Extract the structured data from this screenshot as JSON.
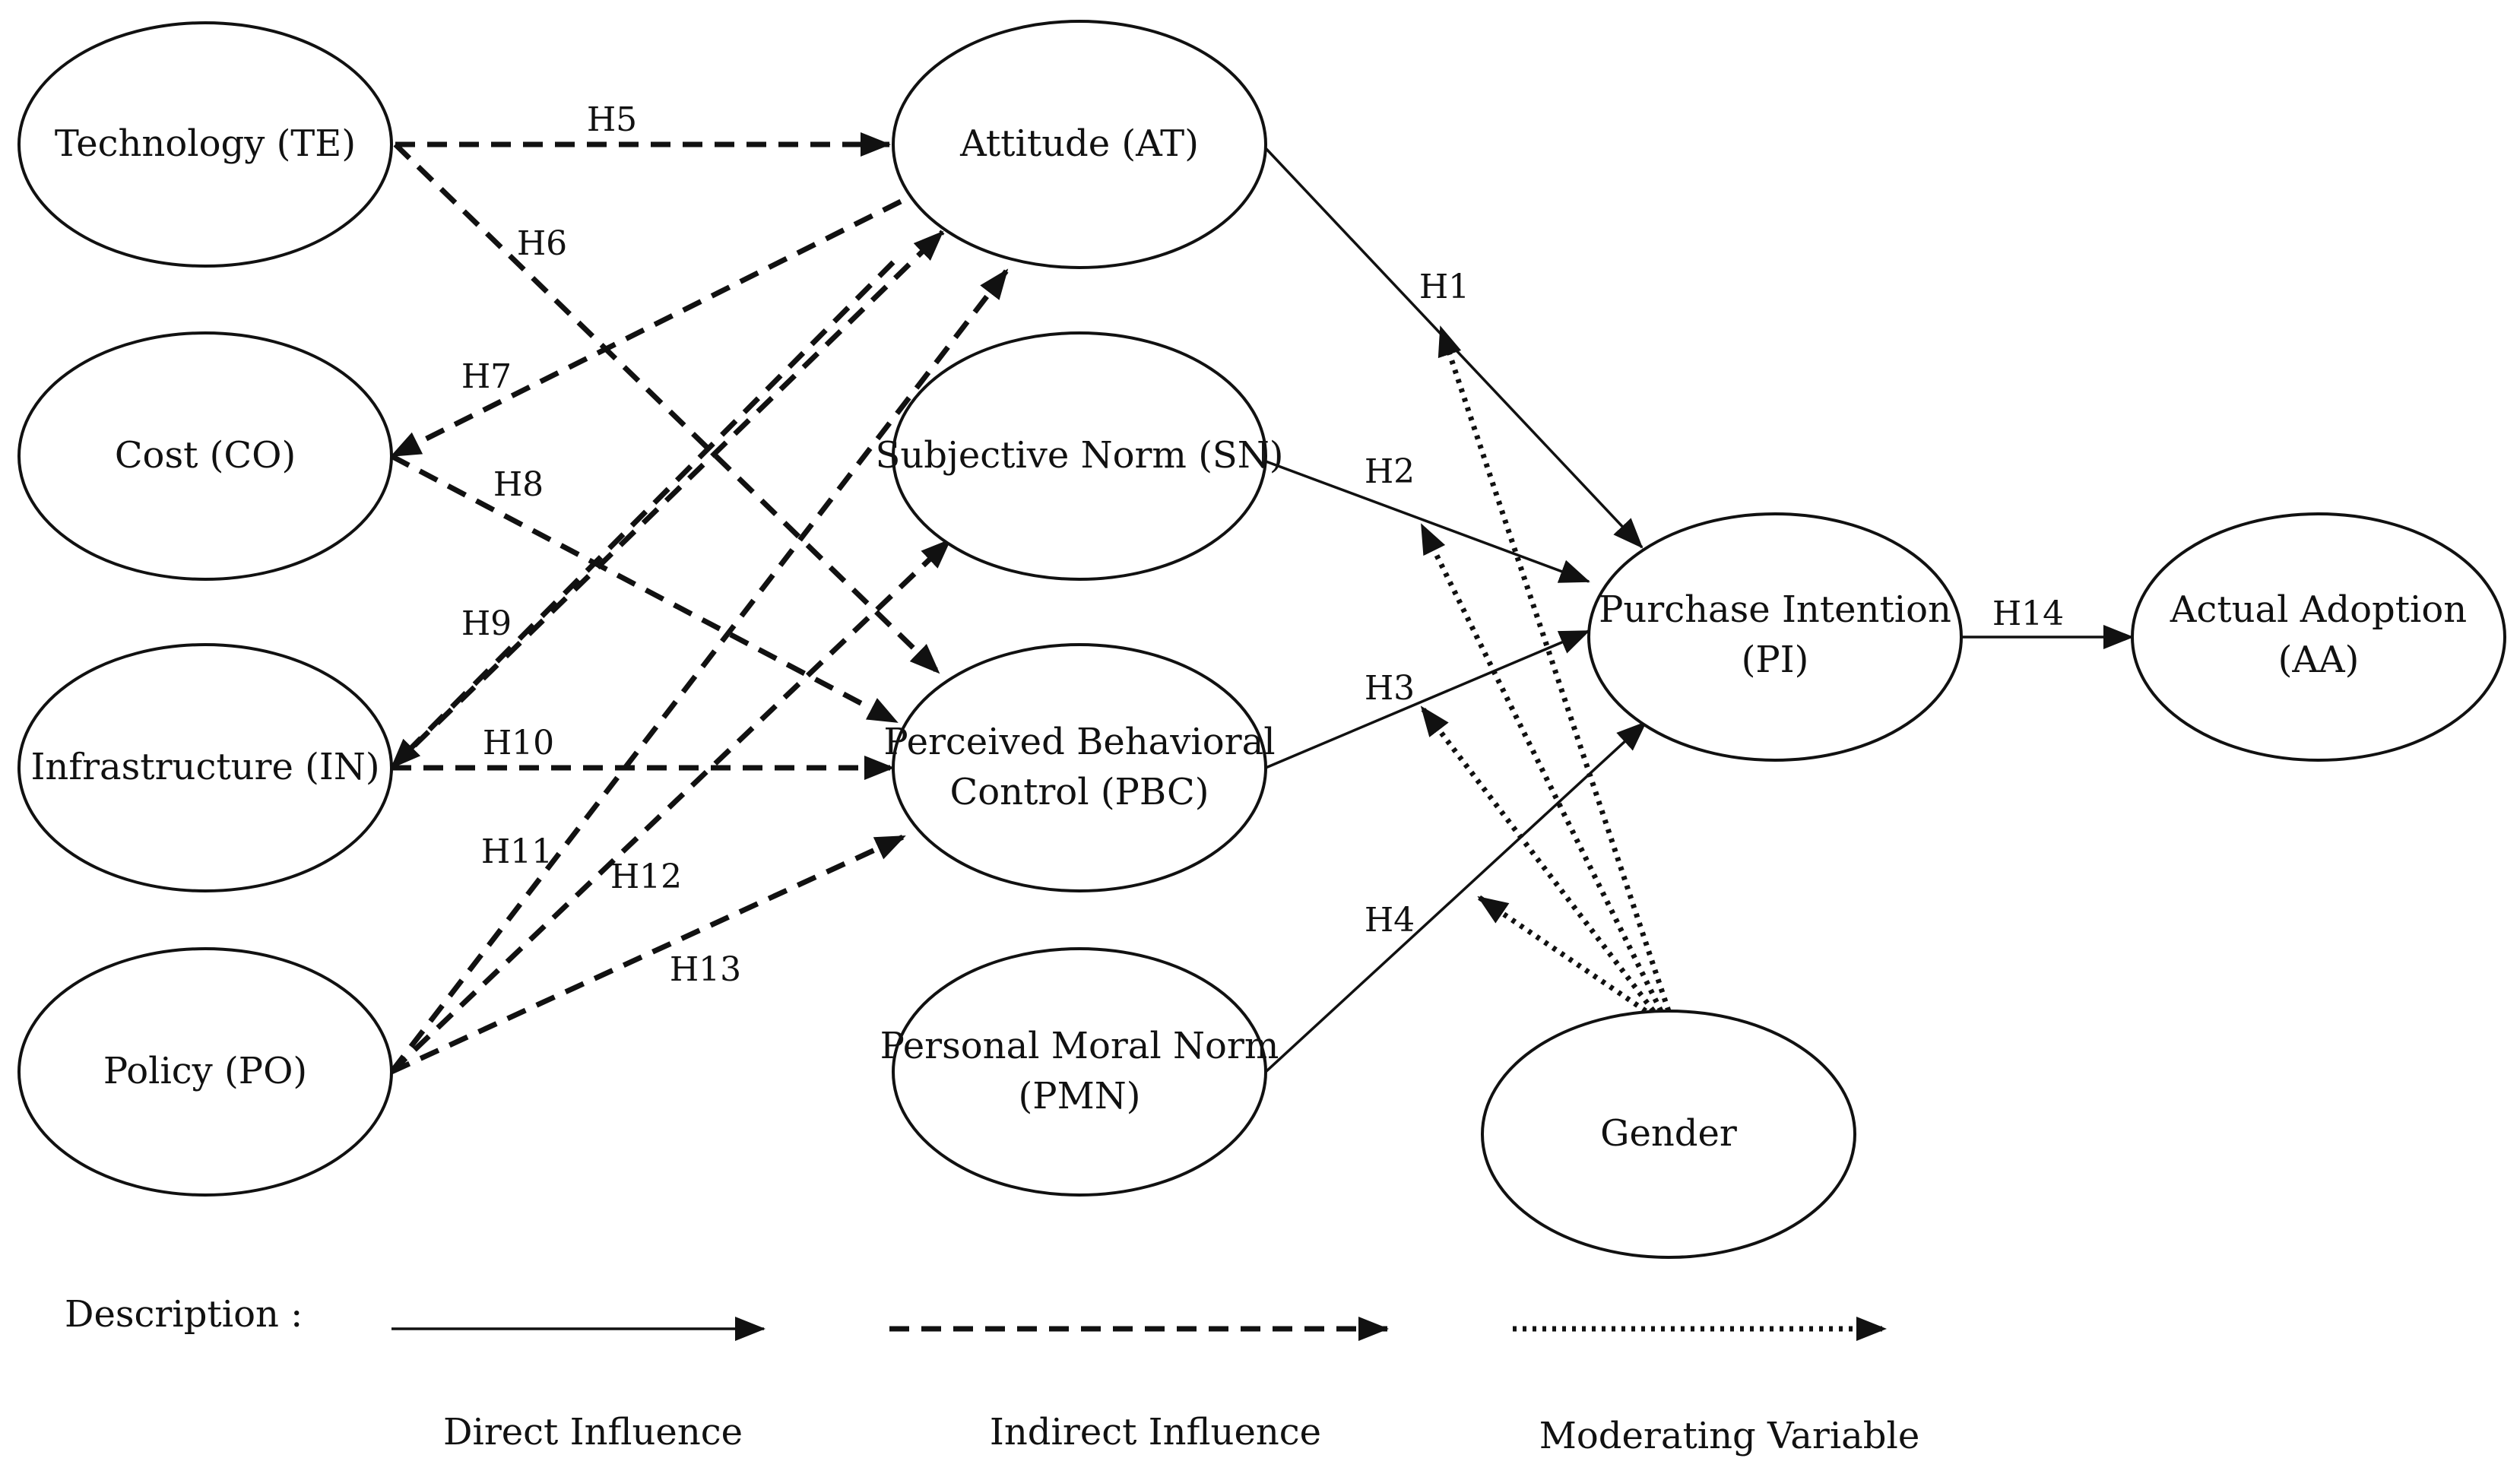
{
  "constructs": {
    "te": "Technology (TE)",
    "co": "Cost (CO)",
    "in": "Infrastructure (IN)",
    "po": "Policy (PO)",
    "at": "Attitude (AT)",
    "sn": "Subjective Norm (SN)",
    "pbc_line1": "Perceived Behavioral",
    "pbc_line2": "Control (PBC)",
    "pmn_line1": "Personal Moral Norm",
    "pmn_line2": "(PMN)",
    "pi_line1": "Purchase Intention",
    "pi_line2": "(PI)",
    "aa_line1": "Actual Adoption",
    "aa_line2": "(AA)",
    "gender": "Gender"
  },
  "hypotheses": {
    "h1": "H1",
    "h2": "H2",
    "h3": "H3",
    "h4": "H4",
    "h5": "H5",
    "h6": "H6",
    "h7": "H7",
    "h8": "H8",
    "h9": "H9",
    "h10": "H10",
    "h11": "H11",
    "h12": "H12",
    "h13": "H13",
    "h14": "H14"
  },
  "legend": {
    "title": "Description :",
    "direct": "Direct Influence",
    "indirect": "Indirect Influence",
    "moderating": "Moderating Variable"
  }
}
